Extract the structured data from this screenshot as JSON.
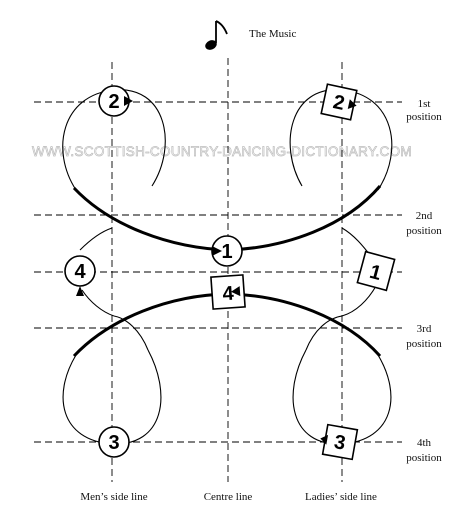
{
  "header": {
    "title": "The Music",
    "icon": "music-note-icon"
  },
  "watermark": "WWW.SCOTTISH-COUNTRY-DANCING-DICTIONARY.COM",
  "positions": [
    {
      "line1": "1st",
      "line2": "position"
    },
    {
      "line1": "2nd",
      "line2": "position"
    },
    {
      "line1": "3rd",
      "line2": "position"
    },
    {
      "line1": "4th",
      "line2": "position"
    }
  ],
  "bottom_labels": {
    "men": "Men’s side line",
    "centre": "Centre line",
    "ladies": "Ladies’ side line"
  },
  "dancers": {
    "man_2": "2",
    "lady_2": "2",
    "centre_1": "1",
    "man_4": "4",
    "lady_1": "1",
    "centre_4": "4",
    "man_3": "3",
    "lady_3": "3"
  }
}
